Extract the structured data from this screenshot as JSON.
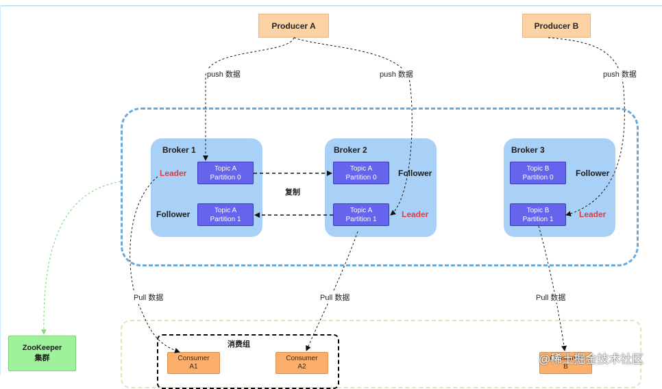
{
  "producers": {
    "a": "Producer A",
    "b": "Producer B"
  },
  "brokers": [
    {
      "title": "Broker 1",
      "partitions": [
        {
          "line1": "Topic A",
          "line2": "Partition 0",
          "role": "Leader"
        },
        {
          "line1": "Topic A",
          "line2": "Partition 1",
          "role": "Follower"
        }
      ]
    },
    {
      "title": "Broker 2",
      "partitions": [
        {
          "line1": "Topic A",
          "line2": "Partition 0",
          "role": "Follower"
        },
        {
          "line1": "Topic A",
          "line2": "Partition 1",
          "role": "Leader"
        }
      ]
    },
    {
      "title": "Broker 3",
      "partitions": [
        {
          "line1": "Topic B",
          "line2": "Partition 0",
          "role": "Follower"
        },
        {
          "line1": "Topic B",
          "line2": "Partition 1",
          "role": "Leader"
        }
      ]
    }
  ],
  "edge_labels": {
    "push_a_1": "push 数据",
    "push_a_2": "push 数据",
    "push_b": "push 数据",
    "replicate": "复制",
    "pull_1": "Pull 数据",
    "pull_2": "Pull 数据",
    "pull_3": "Pull 数据"
  },
  "zookeeper": {
    "line1": "ZooKeeper",
    "line2": "集群"
  },
  "consumer_group": {
    "label": "消费组"
  },
  "consumers": [
    {
      "line1": "Consumer",
      "line2": "A1"
    },
    {
      "line1": "Consumer",
      "line2": "A2"
    },
    {
      "line1": "Consumer",
      "line2": "B"
    }
  ],
  "watermark": "@稀土掘金技术社区",
  "colors": {
    "producer": "#fdd3a6",
    "broker": "#a9d0f6",
    "partition": "#6464ec",
    "leader_text": "#e8383b",
    "zookeeper": "#9ff19b",
    "consumer": "#fcaf6b",
    "cluster_border": "#6aa8d8"
  }
}
